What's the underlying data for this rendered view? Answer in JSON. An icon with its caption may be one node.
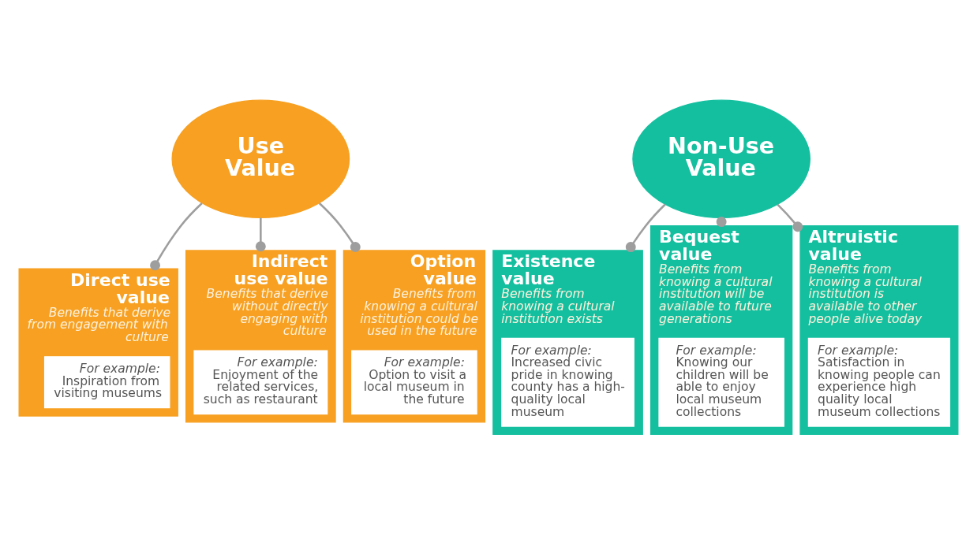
{
  "diagram": {
    "nodes": [
      {
        "text": [
          "Use Value"
        ]
      },
      {
        "text": [
          "Non-Use Value"
        ]
      },
      {
        "text": [
          "Direct use value",
          "Benefits that derive from engagement with culture"
        ]
      },
      {
        "text": [
          "For example:",
          "Inspiration from visiting museums"
        ],
        "in": 2
      },
      {
        "text": [
          "Indirect use value",
          "Benefits that derive without directly engaging with culture"
        ]
      },
      {
        "text": [
          "For example:",
          "Enjoyment of the related services, such as restaurant"
        ],
        "in": 4
      },
      {
        "text": [
          "Option value",
          "Benefits from knowing a cultural institution could be used in the future"
        ]
      },
      {
        "text": [
          "For example:",
          "Option to visit a local museum in the future"
        ],
        "in": 6
      },
      {
        "text": [
          "Existence value",
          "Benefits from knowing a cultural institution exists"
        ]
      },
      {
        "text": [
          "For example:",
          "Increased civic pride in knowing county has a high-quality local museum"
        ],
        "in": 8
      },
      {
        "text": [
          "Bequest value",
          "Benefits from knowing a cultural institution will be available to future generations"
        ]
      },
      {
        "text": [
          "For example:",
          "Knowing our children will be able to enjoy local museum collections"
        ],
        "in": 10
      },
      {
        "text": [
          "Altruistic value",
          "Benefits from knowing a cultural institution is available to other people alive today"
        ]
      },
      {
        "text": [
          "For example:",
          "Satisfaction in knowing people can experience high quality local museum collections"
        ],
        "in": 12
      }
    ],
    "edges": [
      {
        "from": 0,
        "to": 2,
        "arrow": "other"
      },
      {
        "from": 0,
        "to": 4,
        "arrow": "other"
      },
      {
        "from": 0,
        "to": 6,
        "arrow": "other"
      },
      {
        "from": 1,
        "to": 8,
        "arrow": "other"
      },
      {
        "from": 1,
        "to": 10,
        "arrow": "other"
      },
      {
        "from": 1,
        "to": 12,
        "arrow": "other"
      }
    ]
  }
}
